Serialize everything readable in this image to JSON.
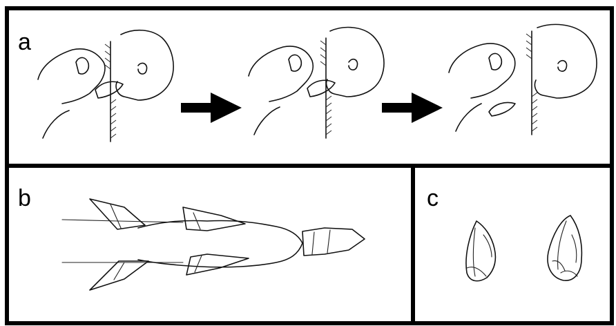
{
  "panels": {
    "a": {
      "label": "a"
    },
    "b": {
      "label": "b"
    },
    "c": {
      "label": "c"
    }
  },
  "colors": {
    "ink": "#000000",
    "background": "#ffffff"
  },
  "icons": {
    "arrow_1": "right-arrow-icon",
    "arrow_2": "right-arrow-icon"
  }
}
